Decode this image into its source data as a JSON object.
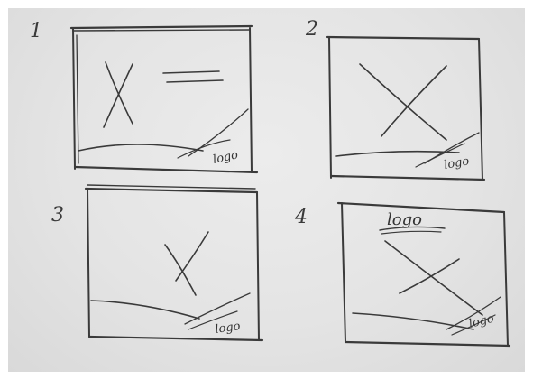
{
  "sketches": [
    {
      "number": "1",
      "logo": "logo"
    },
    {
      "number": "2",
      "logo": "logo"
    },
    {
      "number": "3",
      "logo": "logo"
    },
    {
      "number": "4",
      "logo": "logo",
      "top_logo": "logo"
    }
  ]
}
